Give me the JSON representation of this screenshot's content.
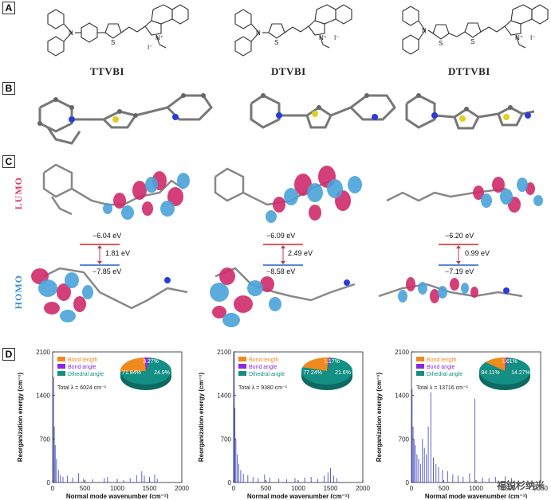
{
  "panels": [
    "A",
    "B",
    "C",
    "D"
  ],
  "molecules": [
    "TTVBI",
    "DTVBI",
    "DTTVBI"
  ],
  "orbitals": {
    "lumo": "LUMO",
    "homo": "HOMO"
  },
  "energies": [
    {
      "lumo": "−6.04 eV",
      "gap": "1.81 eV",
      "homo": "−7.85 eV"
    },
    {
      "lumo": "−6.09 eV",
      "gap": "2.49 eV",
      "homo": "−8.58 eV"
    },
    {
      "lumo": "−6.20 eV",
      "gap": "0.99 eV",
      "homo": "−7.19 eV"
    }
  ],
  "colors": {
    "lumo_label": "#d93a6a",
    "homo_label": "#3a8fd1",
    "lumo_lobe": "#d02b6b",
    "homo_lobe": "#4aa3da",
    "bond_length": "#f0891e",
    "bond_angle": "#8a2be2",
    "dihedral": "#138f84",
    "stick": "#4a52c9",
    "upper_line": "#e02020",
    "lower_line": "#2060c0"
  },
  "chart_data": [
    {
      "type": "bar",
      "xlabel": "Normal mode wavenumber (cm⁻¹)",
      "ylabel": "Reorganization energy (cm⁻¹)",
      "xlim": [
        0,
        2000
      ],
      "ylim": [
        0,
        2100
      ],
      "xticks": [
        "0",
        "500",
        "1000",
        "1500",
        "2000"
      ],
      "yticks": [
        "0",
        "700",
        "1400",
        "2100"
      ],
      "legend": [
        "Bond length",
        "Bond angle",
        "Dihedral angle"
      ],
      "pie": [
        {
          "label": "71.84%",
          "value": 71.84
        },
        {
          "label": "24.9%",
          "value": 24.9
        },
        {
          "label": "3.27%",
          "value": 3.27
        }
      ],
      "total": "Total λ = 6024 cm⁻¹",
      "sticks": [
        [
          15,
          1700
        ],
        [
          25,
          900
        ],
        [
          40,
          600
        ],
        [
          60,
          380
        ],
        [
          90,
          200
        ],
        [
          120,
          120
        ],
        [
          160,
          90
        ],
        [
          230,
          110
        ],
        [
          310,
          80
        ],
        [
          400,
          150
        ],
        [
          480,
          60
        ],
        [
          620,
          50
        ],
        [
          800,
          70
        ],
        [
          850,
          90
        ],
        [
          1000,
          60
        ],
        [
          1100,
          40
        ],
        [
          1200,
          70
        ],
        [
          1300,
          120
        ],
        [
          1380,
          180
        ],
        [
          1420,
          110
        ],
        [
          1500,
          90
        ],
        [
          1580,
          130
        ],
        [
          1620,
          60
        ]
      ]
    },
    {
      "type": "bar",
      "xlabel": "Normal mode wavenumber (cm⁻¹)",
      "ylabel": "Reorganization energy (cm⁻¹)",
      "xlim": [
        0,
        2000
      ],
      "ylim": [
        0,
        2100
      ],
      "xticks": [
        "0",
        "500",
        "1000",
        "1500",
        "2000"
      ],
      "yticks": [
        "0",
        "700",
        "1400",
        "2100"
      ],
      "legend": [
        "Bond length",
        "Bond angle",
        "Dihedral angle"
      ],
      "pie": [
        {
          "label": "77.24%",
          "value": 77.24
        },
        {
          "label": "21.6%",
          "value": 21.6
        },
        {
          "label": "1.17%",
          "value": 1.17
        }
      ],
      "total": "Total λ = 9380 cm⁻¹",
      "sticks": [
        [
          10,
          2080
        ],
        [
          20,
          1200
        ],
        [
          35,
          700
        ],
        [
          55,
          450
        ],
        [
          80,
          300
        ],
        [
          110,
          200
        ],
        [
          150,
          140
        ],
        [
          220,
          120
        ],
        [
          300,
          90
        ],
        [
          380,
          70
        ],
        [
          480,
          130
        ],
        [
          560,
          80
        ],
        [
          700,
          60
        ],
        [
          820,
          50
        ],
        [
          950,
          70
        ],
        [
          1100,
          80
        ],
        [
          1200,
          90
        ],
        [
          1300,
          60
        ],
        [
          1400,
          110
        ],
        [
          1460,
          160
        ],
        [
          1500,
          230
        ],
        [
          1550,
          110
        ],
        [
          1600,
          70
        ]
      ]
    },
    {
      "type": "bar",
      "xlabel": "Normal mode wavenumber (cm⁻¹)",
      "ylabel": "Reorganization energy (cm⁻¹)",
      "xlim": [
        0,
        2000
      ],
      "ylim": [
        0,
        2100
      ],
      "xticks": [
        "0",
        "500",
        "1000",
        "1500",
        "2000"
      ],
      "yticks": [
        "0",
        "700",
        "1400",
        "2100"
      ],
      "legend": [
        "Bond length",
        "Bond angle",
        "Dihedral angle"
      ],
      "pie": [
        {
          "label": "84.11%",
          "value": 84.11
        },
        {
          "label": "14.27%",
          "value": 14.27
        },
        {
          "label": "1.61%",
          "value": 1.61
        }
      ],
      "total": "Total λ = 13716 cm⁻¹",
      "sticks": [
        [
          10,
          1500
        ],
        [
          25,
          900
        ],
        [
          40,
          700
        ],
        [
          60,
          600
        ],
        [
          85,
          450
        ],
        [
          110,
          380
        ],
        [
          140,
          300
        ],
        [
          170,
          700
        ],
        [
          200,
          560
        ],
        [
          230,
          450
        ],
        [
          260,
          900
        ],
        [
          300,
          1450
        ],
        [
          340,
          400
        ],
        [
          380,
          300
        ],
        [
          420,
          250
        ],
        [
          480,
          200
        ],
        [
          560,
          180
        ],
        [
          640,
          130
        ],
        [
          720,
          110
        ],
        [
          800,
          90
        ],
        [
          900,
          150
        ],
        [
          980,
          1350
        ],
        [
          1100,
          80
        ],
        [
          1200,
          70
        ],
        [
          1300,
          90
        ],
        [
          1450,
          100
        ],
        [
          1550,
          70
        ]
      ]
    }
  ],
  "watermark": "福锐杉纳米"
}
